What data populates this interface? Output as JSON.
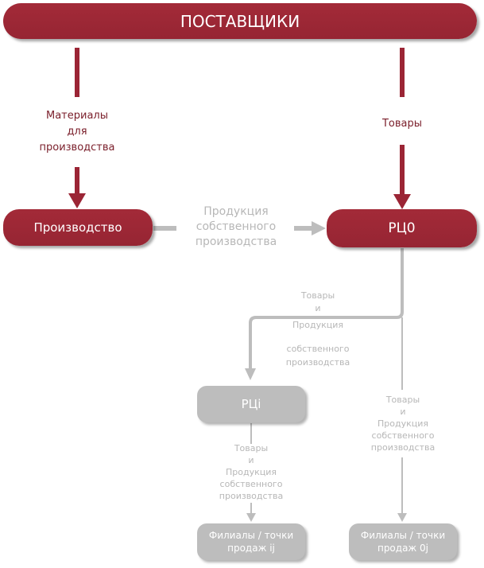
{
  "nodes": {
    "suppliers": "ПОСТАВЩИКИ",
    "production": "Производство",
    "rc0": "РЦ0",
    "rci": "РЦi",
    "branches_ij": "Филиалы / точки продаж ij",
    "branches_0j": "Филиалы / точки продаж 0j"
  },
  "edges": {
    "materials": [
      "Материалы",
      "для",
      "производства"
    ],
    "goods": "Товары",
    "own_production": [
      "Продукция",
      "собственного",
      "производства"
    ],
    "rc0_to_rci": [
      "Товары",
      "и",
      "Продукция",
      "",
      "собственного",
      "производства"
    ],
    "rci_to_branches": [
      "Товары",
      "и",
      "Продукция",
      "собственного",
      "производства"
    ],
    "rc0_to_branches": [
      "Товары",
      "и",
      "Продукция",
      "собственного",
      "производства"
    ]
  },
  "colors": {
    "primary": "#9b2535",
    "secondary": "#bdbdbd",
    "primary_text": "#7a1e2a",
    "secondary_text": "#b7b7b7"
  }
}
